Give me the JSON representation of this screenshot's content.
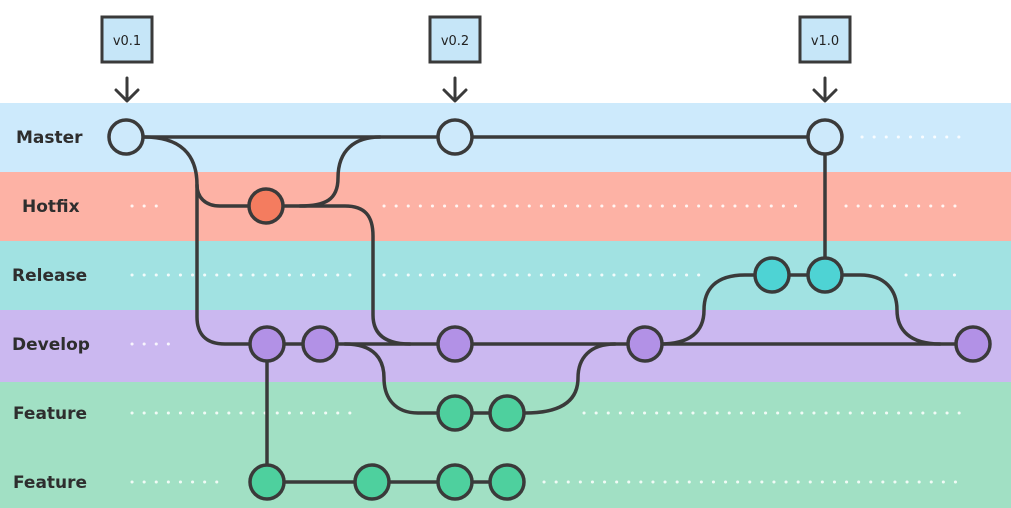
{
  "colors": {
    "master_lane": "#cdeafc",
    "hotfix_lane": "#fdb2a5",
    "release_lane": "#a1e2e2",
    "develop_lane": "#cbb8f0",
    "feature_lane": "#a1e0c4",
    "master_commit": "#cde9fb",
    "hotfix_commit": "#f47c5f",
    "release_commit": "#4ed3d4",
    "develop_commit": "#b291e6",
    "feature_commit": "#4ed09e",
    "tag_box": "#c6e6f8",
    "line": "#3a3a3a"
  },
  "tags": [
    {
      "label": "v0.1"
    },
    {
      "label": "v0.2"
    },
    {
      "label": "v1.0"
    }
  ],
  "lanes": [
    {
      "label": "Master"
    },
    {
      "label": "Hotfix"
    },
    {
      "label": "Release"
    },
    {
      "label": "Develop"
    },
    {
      "label": "Feature"
    },
    {
      "label": "Feature"
    }
  ]
}
